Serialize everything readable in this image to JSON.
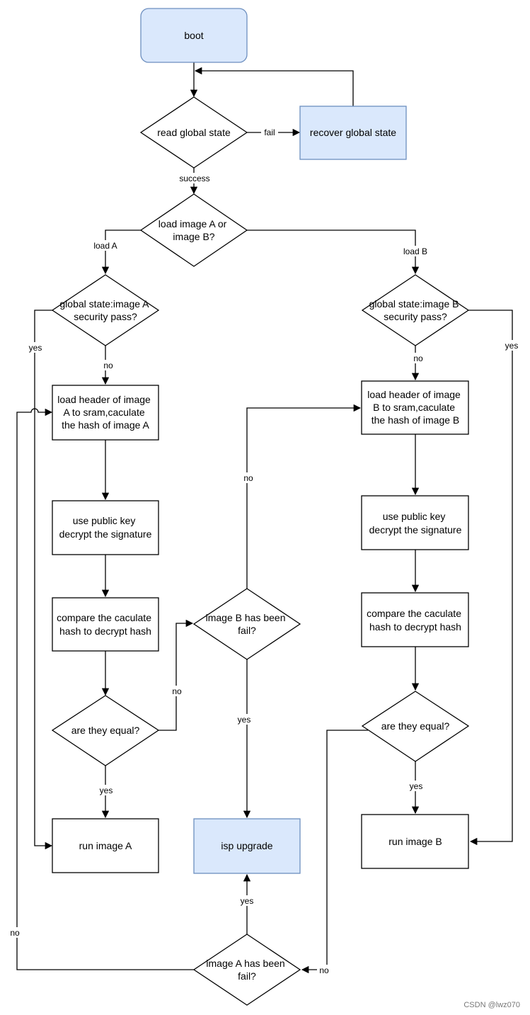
{
  "nodes": {
    "boot": "boot",
    "read_global_state": "read global state",
    "recover_global_state": "recover global state",
    "load_choice": [
      "load image A or",
      "image B?"
    ],
    "check_a": [
      "global state:image A",
      "security pass?"
    ],
    "check_b": [
      "global state:image B",
      "security pass?"
    ],
    "load_header_a": [
      "load header of image",
      "A  to sram,caculate",
      "the hash of image A"
    ],
    "load_header_b": [
      "load header of image",
      "B to sram,caculate",
      "the hash of image B"
    ],
    "decrypt_a": [
      "use public key",
      "decrypt the signature"
    ],
    "decrypt_b": [
      "use public key",
      "decrypt the signature"
    ],
    "compare_a": [
      "compare the caculate",
      "hash to decrypt hash"
    ],
    "compare_b": [
      "compare the caculate",
      "hash to decrypt hash"
    ],
    "equal_a": "are they equal?",
    "equal_b": "are they equal?",
    "b_failed": [
      "image B has been",
      "fail?"
    ],
    "a_failed": [
      "image A has been",
      "fail?"
    ],
    "run_a": "run image A",
    "run_b": "run image B",
    "isp_upgrade": "isp upgrade"
  },
  "edge_labels": {
    "fail": "fail",
    "success": "success",
    "load_a": "load A",
    "load_b": "load B",
    "yes": "yes",
    "no": "no"
  },
  "colors": {
    "highlight_fill": "#dae8fc",
    "highlight_stroke": "#6c8ebf",
    "stroke": "#000000",
    "background": "#ffffff"
  },
  "watermark": "CSDN @lwz070"
}
